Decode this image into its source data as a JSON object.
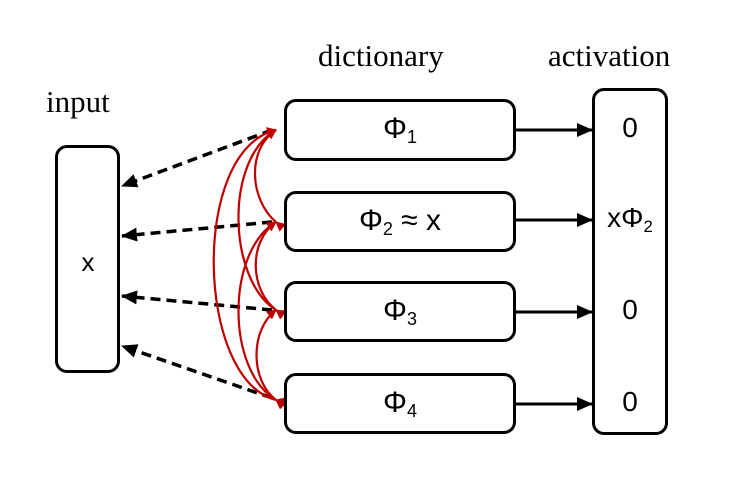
{
  "titles": {
    "input": "input",
    "dictionary": "dictionary",
    "activation": "activation"
  },
  "input_box": {
    "label": "x"
  },
  "dictionary": [
    {
      "symbol": "Φ",
      "sub": "1",
      "suffix": ""
    },
    {
      "symbol": "Φ",
      "sub": "2",
      "suffix": " ≈ x"
    },
    {
      "symbol": "Φ",
      "sub": "3",
      "suffix": ""
    },
    {
      "symbol": "Φ",
      "sub": "4",
      "suffix": ""
    }
  ],
  "activation": [
    {
      "main": "0",
      "sub": ""
    },
    {
      "main": "xΦ",
      "sub": "2"
    },
    {
      "main": "0",
      "sub": ""
    },
    {
      "main": "0",
      "sub": ""
    }
  ],
  "colors": {
    "outline": "#000000",
    "competition_arcs": "#c00000"
  }
}
